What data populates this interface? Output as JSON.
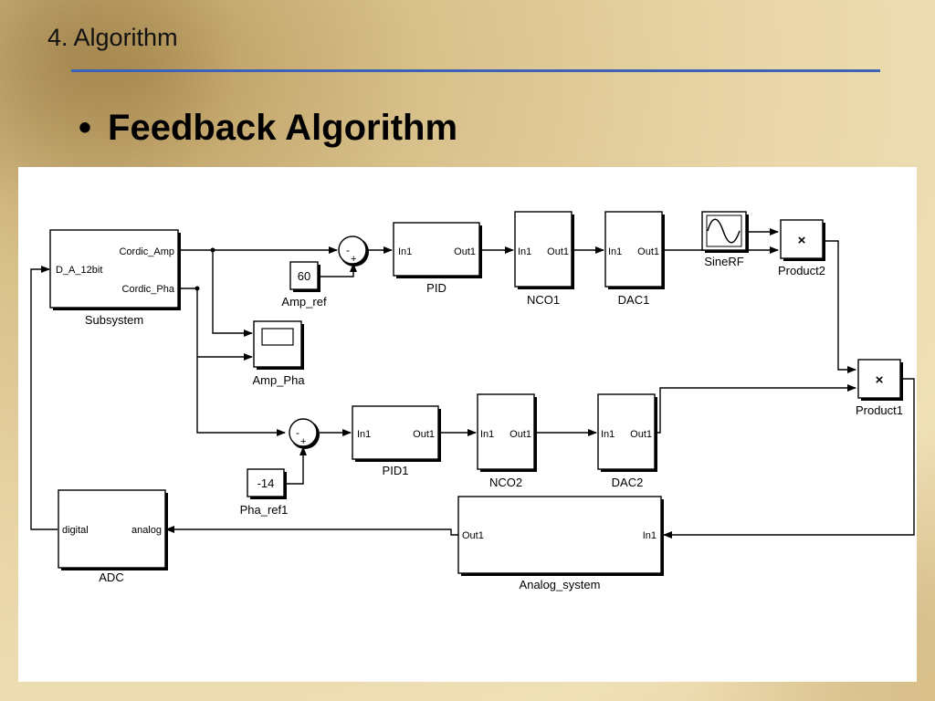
{
  "slide": {
    "title": "4. Algorithm",
    "bullet_text": "Feedback Algorithm"
  },
  "diagram": {
    "subsystem": {
      "label": "Subsystem",
      "ports": {
        "out1": "Cordic_Amp",
        "out2": "Cordic_Pha",
        "in1": "D_A_12bit"
      }
    },
    "amp_ref": {
      "label": "Amp_ref",
      "value": "60"
    },
    "pha_ref": {
      "label": "Pha_ref1",
      "value": "-14"
    },
    "pid": {
      "label": "PID",
      "in": "In1",
      "out": "Out1"
    },
    "pid1": {
      "label": "PID1",
      "in": "In1",
      "out": "Out1"
    },
    "nco1": {
      "label": "NCO1",
      "in": "In1",
      "out": "Out1"
    },
    "nco2": {
      "label": "NCO2",
      "in": "In1",
      "out": "Out1"
    },
    "dac1": {
      "label": "DAC1",
      "in": "In1",
      "out": "Out1"
    },
    "dac2": {
      "label": "DAC2",
      "in": "In1",
      "out": "Out1"
    },
    "scope": {
      "label": "Amp_Pha"
    },
    "sine": {
      "label": "SineRF"
    },
    "product2": {
      "label": "Product2",
      "symbol": "×"
    },
    "product1": {
      "label": "Product1",
      "symbol": "×"
    },
    "analog": {
      "label": "Analog_system",
      "in": "In1",
      "out": "Out1"
    },
    "adc": {
      "label": "ADC",
      "in": "analog",
      "out": "digital"
    },
    "sum_signs": {
      "minus": "-",
      "plus": "+"
    }
  },
  "colors": {
    "title_rule": "#3c63b8",
    "panel": "#ffffff"
  }
}
